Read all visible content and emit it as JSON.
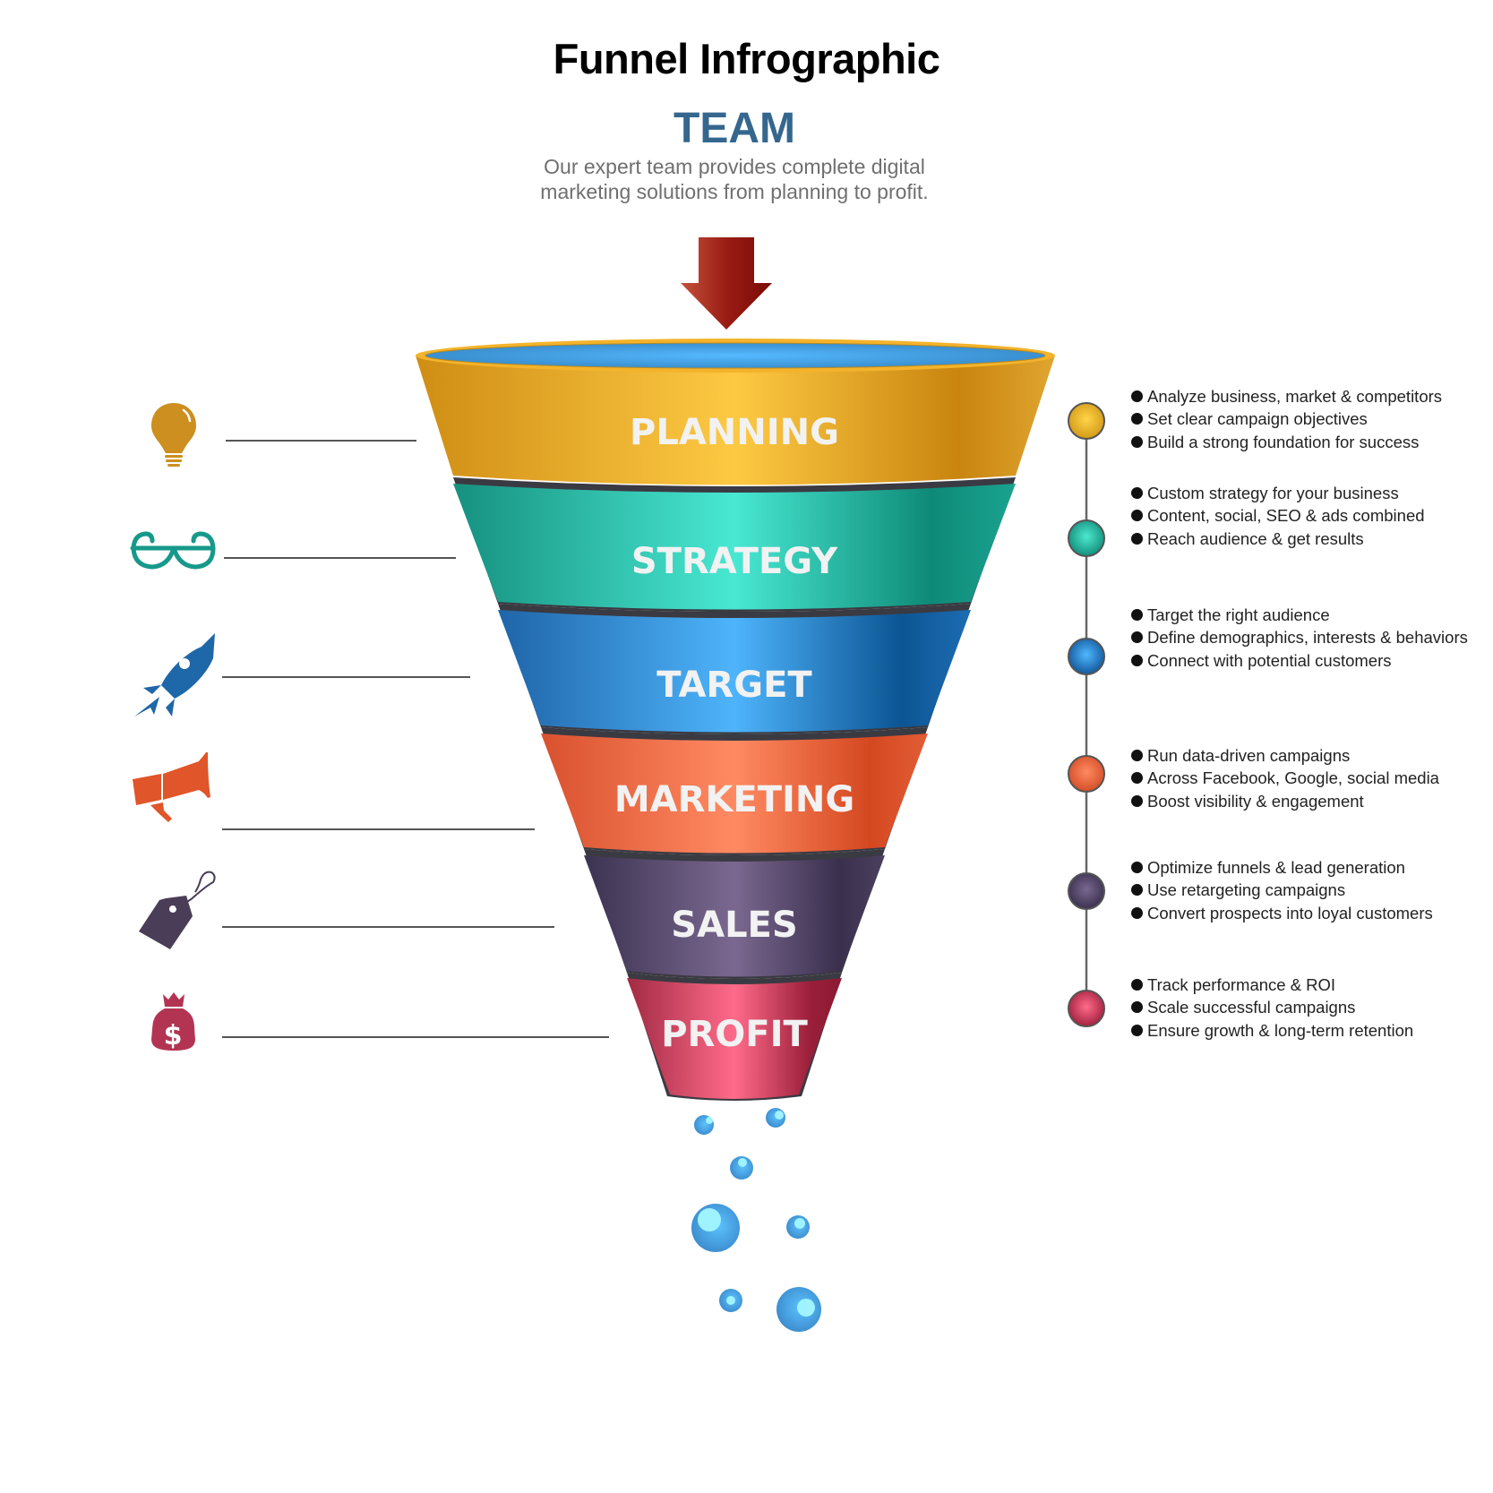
{
  "title": "Funnel Infrographic",
  "header": {
    "heading": "TEAM",
    "description": "Our expert team provides complete digital marketing solutions from planning to profit.",
    "heading_color": "#35678e"
  },
  "stages": [
    {
      "label": "PLANNING",
      "icon": "lightbulb-icon",
      "color": "#f0b429",
      "bullets": [
        "Analyze business, market & competitors",
        "Set clear campaign objectives",
        "Build a strong foundation for success"
      ]
    },
    {
      "label": "STRATEGY",
      "icon": "glasses-icon",
      "color": "#1fae97",
      "bullets": [
        "Custom strategy for your business",
        "Content, social, SEO & ads combined",
        "Reach audience & get results"
      ]
    },
    {
      "label": "TARGET",
      "icon": "rocket-icon",
      "color": "#2a78c0",
      "bullets": [
        "Target the right audience",
        "Define demographics, interests & behaviors",
        "Connect with potential customers"
      ]
    },
    {
      "label": "MARKETING",
      "icon": "megaphone-icon",
      "color": "#e8623b",
      "bullets": [
        "Run data-driven campaigns",
        "Across Facebook, Google, social media",
        "Boost visibility & engagement"
      ]
    },
    {
      "label": "SALES",
      "icon": "price-tag-icon",
      "color": "#4f4262",
      "bullets": [
        "Optimize funnels & lead generation",
        "Use retargeting campaigns",
        "Convert prospects into loyal customers"
      ]
    },
    {
      "label": "PROFIT",
      "icon": "money-bag-icon",
      "color": "#c9405d",
      "bullets": [
        "Track performance & ROI",
        "Scale successful campaigns",
        "Ensure growth & long-term retention"
      ]
    }
  ]
}
